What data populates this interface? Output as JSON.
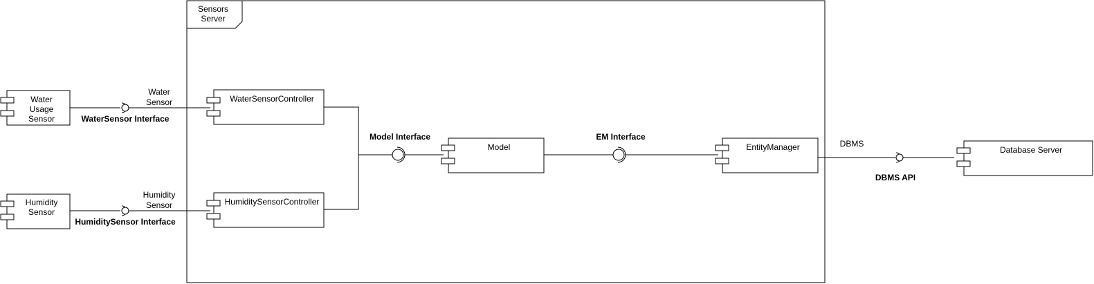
{
  "frame": {
    "title_line1": "Sensors",
    "title_line2": "Server"
  },
  "components": {
    "water_usage_sensor": {
      "line1": "Water",
      "line2": "Usage",
      "line3": "Sensor"
    },
    "humidity_sensor": {
      "line1": "Humidity",
      "line2": "Sensor"
    },
    "water_sensor_controller": {
      "label": "WaterSensorController"
    },
    "humidity_sensor_controller": {
      "label": "HumiditySensorController"
    },
    "model": {
      "label": "Model"
    },
    "entity_manager": {
      "label": "EntityManager"
    },
    "database_server": {
      "label": "Database Server"
    }
  },
  "interfaces": {
    "water_sensor": {
      "port_line1": "Water",
      "port_line2": "Sensor",
      "name": "WaterSensor Interface"
    },
    "humidity_sensor": {
      "port_line1": "Humidity",
      "port_line2": "Sensor",
      "name": "HumiditySensor Interface"
    },
    "model": {
      "name": "Model Interface"
    },
    "em": {
      "name": "EM Interface"
    },
    "dbms": {
      "port_label": "DBMS",
      "name": "DBMS API"
    }
  }
}
